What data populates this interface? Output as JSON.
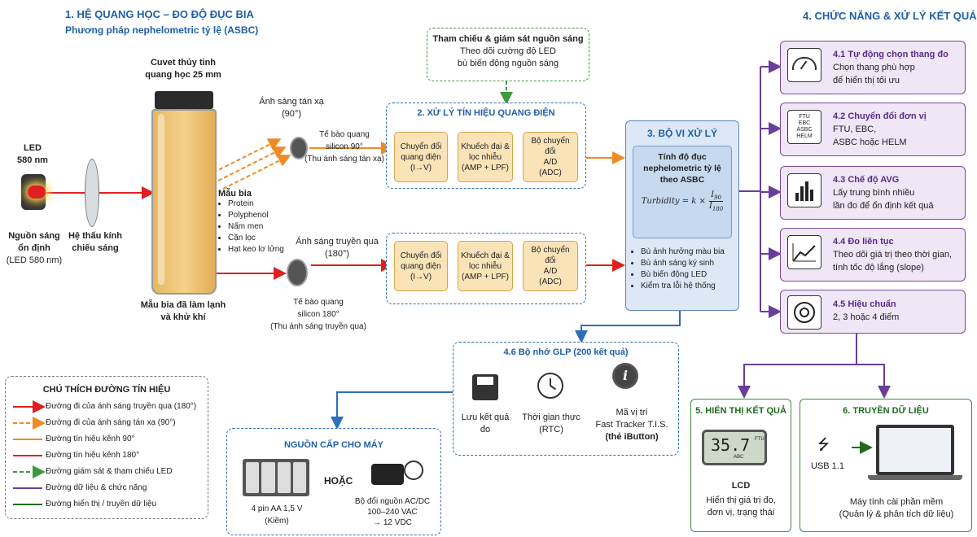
{
  "sec1": {
    "title": "1. HỆ QUANG HỌC – ĐO ĐỘ ĐỤC BIA",
    "subtitle": "Phương pháp nephelometric tỷ lệ (ASBC)"
  },
  "led": {
    "label": "LED",
    "wavelength": "580 nm",
    "caption_1": "Nguồn sáng",
    "caption_2": "ổn định",
    "caption_3": "(LED 580 nm)"
  },
  "lens": {
    "caption_1": "Hệ thấu kính",
    "caption_2": "chiếu sáng"
  },
  "cuvette": {
    "title_1": "Cuvet thủy tinh",
    "title_2": "quang học 25 mm",
    "caption_1": "Mẫu bia đã làm lạnh",
    "caption_2": "và khử khí"
  },
  "sample": {
    "title": "Mẫu bia",
    "items": [
      "Protein",
      "Polyphenol",
      "Nấm men",
      "Cặn lọc",
      "Hạt keo lơ lửng"
    ]
  },
  "scatter": {
    "label_1": "Ánh sáng tán xạ",
    "label_2": "(90°)",
    "cell_1": "Tế bào quang",
    "cell_2": "silicon 90°",
    "cell_3": "(Thu ánh sáng tán xạ)"
  },
  "trans": {
    "label_1": "Ánh sáng truyền qua",
    "label_2": "(180°)",
    "cell_1": "Tế bào quang",
    "cell_2": "silicon 180°",
    "cell_3": "(Thu ánh sáng truyền qua)"
  },
  "ref": {
    "title": "Tham chiếu & giám sát nguồn sáng",
    "line_1": "Theo dõi cường độ LED",
    "line_2": "bù biến động nguồn sáng"
  },
  "sec2": {
    "title": "2. XỬ LÝ TÍN HIỆU QUANG ĐIỆN",
    "b1_1": "Chuyển đổi",
    "b1_2": "quang điện",
    "b1_3": "(I→V)",
    "b2_1": "Khuếch đại &",
    "b2_2": "lọc nhiễu",
    "b2_3": "(AMP + LPF)",
    "b3_1": "Bộ chuyển đổi",
    "b3_2": "A/D",
    "b3_3": "(ADC)"
  },
  "sec3": {
    "title": "3. BỘ VI XỬ LÝ",
    "calc_1": "Tính độ đục",
    "calc_2": "nephelometric tỷ lệ",
    "calc_3": "theo ASBC",
    "formula": "Turbidity = k ×",
    "num": "I",
    "num_sub": "90",
    "den": "I",
    "den_sub": "180",
    "items": [
      "Bù ảnh hưởng màu bia",
      "Bù ánh sáng ký sinh",
      "Bù biến động LED",
      "Kiểm tra lỗi hệ thống"
    ]
  },
  "sec4": {
    "title": "4. CHỨC NĂNG & XỬ LÝ KẾT QUẢ",
    "f1_title": "4.1 Tự động chọn thang đo",
    "f1_1": "Chọn thang phù hợp",
    "f1_2": "để hiển thị tối ưu",
    "f2_title": "4.2 Chuyển đổi đơn vị",
    "f2_1": "FTU, EBC,",
    "f2_2": "ASBC hoặc HELM",
    "f2_icon": [
      "FTU",
      "EBC",
      "ASBC",
      "HELM"
    ],
    "f3_title": "4.3 Chế độ AVG",
    "f3_1": "Lấy trung bình nhiều",
    "f3_2": "lần đo để ổn định kết quả",
    "f4_title": "4.4 Đo liên tục",
    "f4_1": "Theo dõi giá trị theo thời gian,",
    "f4_2": "tính tốc độ lắng (slope)",
    "f5_title": "4.5 Hiệu chuẩn",
    "f5_1": "2, 3 hoặc 4 điểm"
  },
  "mem": {
    "title": "4.6 Bộ nhớ GLP (200 kết quả)",
    "save_1": "Lưu kết quả",
    "save_2": "đo",
    "rtc_1": "Thời gian thực",
    "rtc_2": "(RTC)",
    "loc_1": "Mã vị trí",
    "loc_2": "Fast Tracker T.I.S.",
    "loc_3": "(thẻ iButton)"
  },
  "power": {
    "title": "NGUỒN CẤP CHO MÁY",
    "bat_1": "4 pin AA 1,5 V",
    "bat_2": "(Kiềm)",
    "or": "HOẶC",
    "ad_1": "Bộ đổi nguồn AC/DC",
    "ad_2": "100–240 VAC",
    "ad_3": "→ 12 VDC"
  },
  "sec5": {
    "title": "5. HIỂN THỊ KẾT QUẢ",
    "lcd_value": "35.7",
    "lcd_unit": "FTU",
    "lcd_sub": "ABC",
    "lcd_label": "LCD",
    "desc_1": "Hiển thị giá trị đo,",
    "desc_2": "đơn vị, trạng thái"
  },
  "sec6": {
    "title": "6. TRUYỀN DỮ LIỆU",
    "usb": "USB 1.1",
    "pc_1": "Máy tính cài phần mềm",
    "pc_2": "(Quản lý & phân tích dữ liệu)"
  },
  "legend": {
    "title": "CHÚ THÍCH ĐƯỜNG TÍN HIỆU",
    "items": [
      "Đường đi của ánh sáng truyền qua (180°)",
      "Đường đi của ánh sáng tán xạ (90°)",
      "Đường tín hiệu kênh 90°",
      "Đường tín hiệu kênh 180°",
      "Đường giám sát & tham chiếu LED",
      "Đường dữ liệu & chức năng",
      "Đường hiển thị / truyền dữ liệu"
    ]
  },
  "colors": {
    "red": "#e02020",
    "orange": "#f08a24",
    "green": "#3c9a3c",
    "purple": "#6a3d9a",
    "blue": "#2d6fb8",
    "darkgreen": "#1e6b1e"
  }
}
